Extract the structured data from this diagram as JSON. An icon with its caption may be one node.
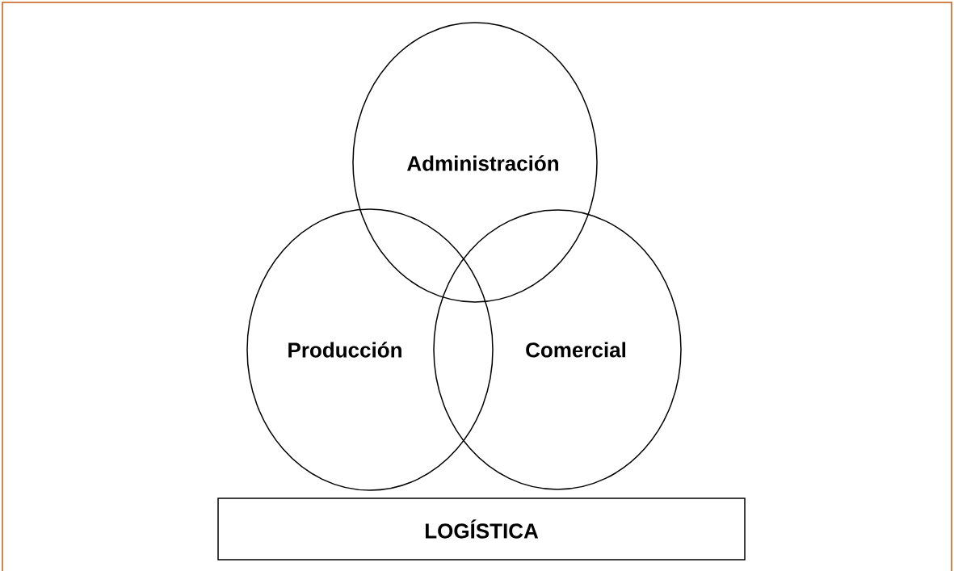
{
  "diagram": {
    "nodes": [
      {
        "text": [
          "Administración"
        ]
      },
      {
        "text": [
          "Producción"
        ]
      },
      {
        "text": [
          "Comercial"
        ]
      },
      {
        "text": [
          "LOGÍSTICA"
        ]
      }
    ]
  }
}
